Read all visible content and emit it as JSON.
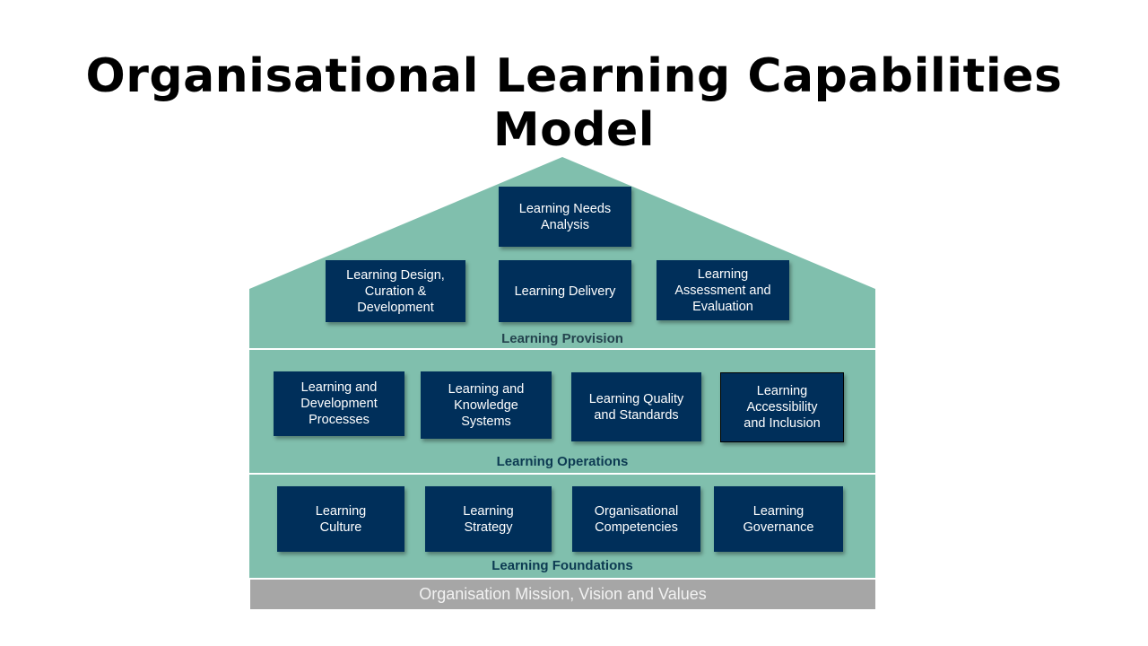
{
  "title": "Organisational Learning Capabilities Model",
  "colors": {
    "house": "#80bfad",
    "box": "#002f5a",
    "base": "#a6a6a6",
    "label": "#0c3a52"
  },
  "provision": {
    "label": "Learning Provision",
    "boxes": [
      "Learning Needs Analysis",
      "Learning Design, Curation & Development",
      "Learning Delivery",
      "Learning Assessment and Evaluation"
    ]
  },
  "operations": {
    "label": "Learning Operations",
    "boxes": [
      "Learning and Development Processes",
      "Learning and Knowledge Systems",
      "Learning Quality and Standards",
      "Learning Accessibility and Inclusion"
    ]
  },
  "foundations": {
    "label": "Learning Foundations",
    "boxes": [
      "Learning Culture",
      "Learning Strategy",
      "Organisational Competencies",
      "Learning Governance"
    ]
  },
  "base": "Organisation Mission, Vision and Values"
}
